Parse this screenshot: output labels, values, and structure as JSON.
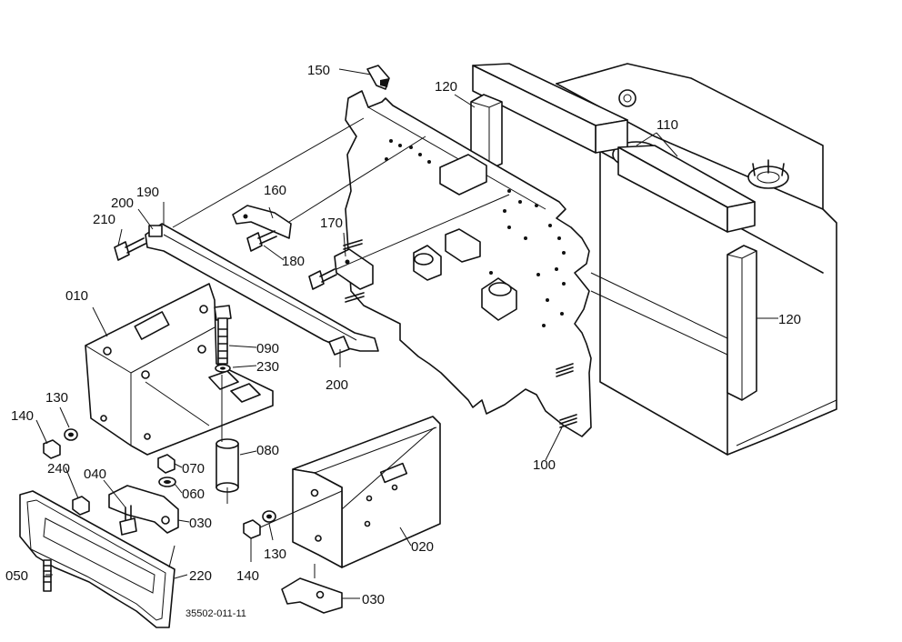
{
  "drawing_code": "35502-011-11",
  "part_labels": {
    "p010": "010",
    "p020": "020",
    "p030a": "030",
    "p030b": "030",
    "p040": "040",
    "p050": "050",
    "p060": "060",
    "p070": "070",
    "p080": "080",
    "p090": "090",
    "p100": "100",
    "p110": "110",
    "p120a": "120",
    "p120b": "120",
    "p130a": "130",
    "p130b": "130",
    "p140a": "140",
    "p140b": "140",
    "p150": "150",
    "p160": "160",
    "p170": "170",
    "p180": "180",
    "p190": "190",
    "p200a": "200",
    "p200b": "200",
    "p210": "210",
    "p220": "220",
    "p230": "230",
    "p240": "240"
  }
}
